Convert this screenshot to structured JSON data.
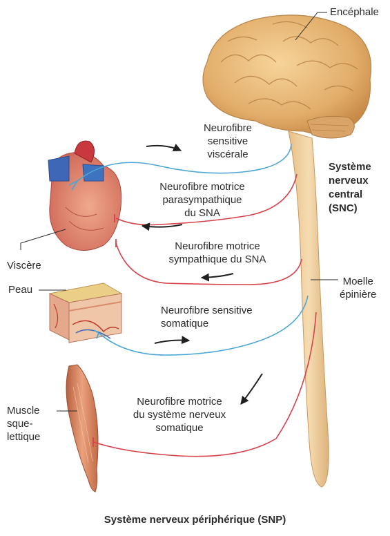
{
  "labels": {
    "brain": "Encéphale",
    "cns": [
      "Système",
      "nerveux",
      "central",
      "(SNC)"
    ],
    "spinal_cord": [
      "Moelle",
      "épinière"
    ],
    "viscera": "Viscère",
    "skin": "Peau",
    "muscle": [
      "Muscle",
      "sque-",
      "lettique"
    ]
  },
  "pathways": {
    "visceral_sensory": [
      "Neurofibre",
      "sensitive",
      "viscérale"
    ],
    "parasympathetic_motor": [
      "Neurofibre motrice",
      "parasympathique",
      "du SNA"
    ],
    "sympathetic_motor": [
      "Neurofibre motrice",
      "sympathique du SNA"
    ],
    "somatic_sensory": [
      "Neurofibre sensitive",
      "somatique"
    ],
    "somatic_motor": [
      "Neurofibre motrice",
      "du système nerveux",
      "somatique"
    ]
  },
  "caption": "Système nerveux périphérique (SNP)",
  "colors": {
    "sensory_fiber": "#4aa6d6",
    "motor_fiber": "#d8404a",
    "brain": "#e9b877",
    "spinal_cord": "#efcfa0",
    "heart": "#d9786a",
    "muscle": "#d98a62"
  }
}
